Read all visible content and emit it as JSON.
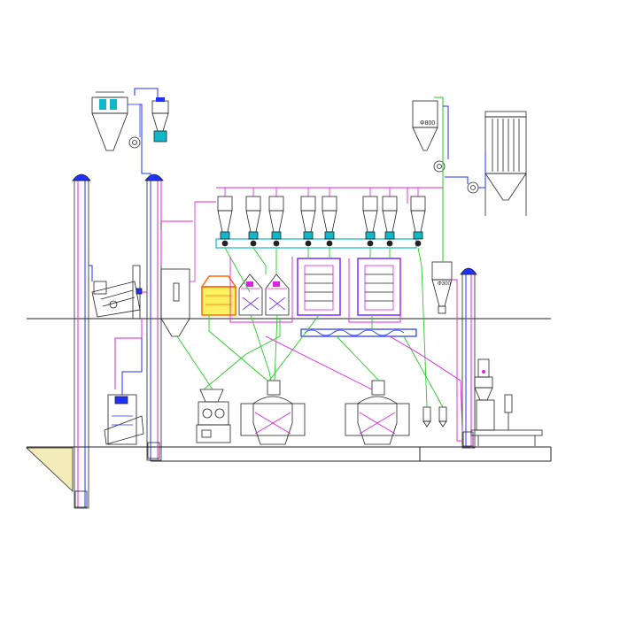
{
  "diagram": {
    "labels": {
      "dust_cyclone_diameter": "Φ800",
      "cyclone_diameter": "Φ300"
    },
    "colors": {
      "line": "#222222",
      "magenta_pipe": "#e020e0",
      "green_pipe": "#22cc22",
      "blue_pipe": "#2030ff",
      "cyan_frame": "#10b8c8",
      "violet_frame": "#7a2cff",
      "orange_unit": "#ff6a00",
      "yellow_fill": "#fff060",
      "ground_fill": "#f4ecb8"
    },
    "equipment": [
      "cyclone-separator",
      "dust-collector",
      "bucket-elevator",
      "vibrating-screen",
      "scourer",
      "roller-mill",
      "plansifter",
      "flour-bin",
      "packing-machine",
      "screw-conveyor",
      "fan"
    ]
  }
}
